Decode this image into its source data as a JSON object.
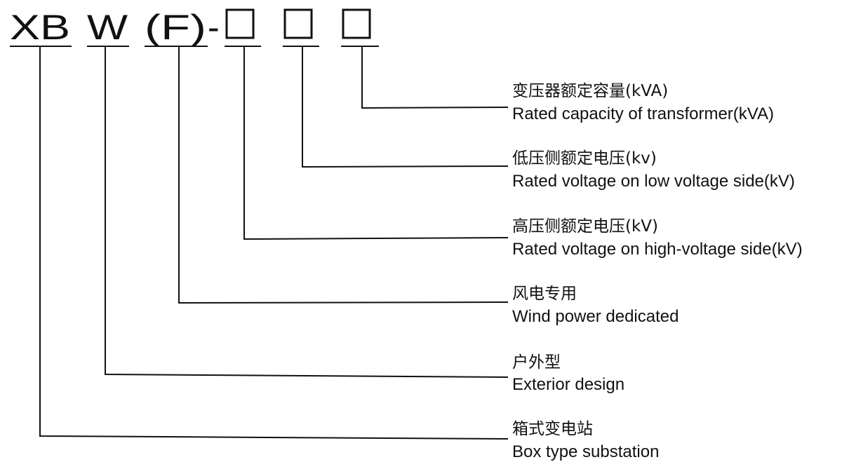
{
  "code": {
    "xb": "XB",
    "w": "W",
    "f": "(F)",
    "dash": "-"
  },
  "callouts": [
    {
      "cn": "变压器额定容量(kVA)",
      "en": "Rated capacity of transformer(kVA)"
    },
    {
      "cn": "低压侧额定电压(kv)",
      "en": "Rated voltage on low voltage side(kV)"
    },
    {
      "cn": "高压侧额定电压(kV)",
      "en": "Rated voltage on high-voltage side(kV)"
    },
    {
      "cn": "风电专用",
      "en": "Wind power dedicated"
    },
    {
      "cn": "户外型",
      "en": "Exterior design"
    },
    {
      "cn": "箱式变电站",
      "en": "Box type substation"
    }
  ]
}
